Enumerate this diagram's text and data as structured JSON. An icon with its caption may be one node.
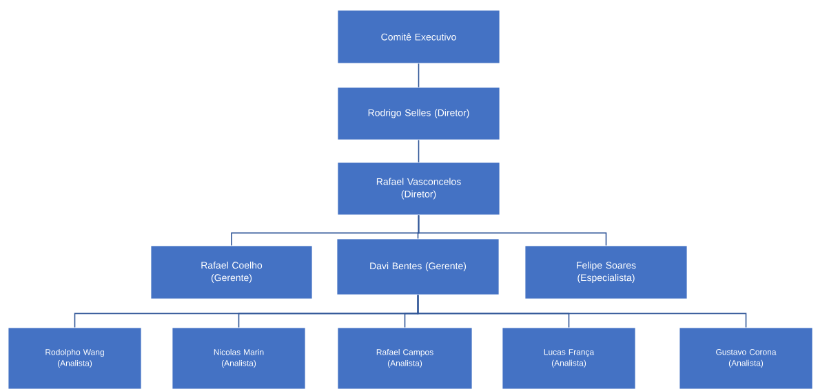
{
  "diagram": {
    "nodes": [
      {
        "text": [
          "Comitê Executivo"
        ]
      },
      {
        "text": [
          "Rodrigo Selles (Diretor)"
        ]
      },
      {
        "text": [
          "Rafael Vasconcelos (Diretor)"
        ]
      },
      {
        "text": [
          "Rafael Coelho (Gerente)"
        ]
      },
      {
        "text": [
          "Davi Bentes (Gerente)"
        ]
      },
      {
        "text": [
          "Felipe Soares (Especialista)"
        ]
      },
      {
        "text": [
          "Rodolpho Wang (Analista)"
        ]
      },
      {
        "text": [
          "Nicolas Marin (Analista)"
        ]
      },
      {
        "text": [
          "Rafael Campos (Analista)"
        ]
      },
      {
        "text": [
          "Lucas França (Analista)"
        ]
      },
      {
        "text": [
          "Gustavo Corona (Analista)"
        ]
      }
    ],
    "edges": [
      {
        "from": 0,
        "to": 1,
        "arrow": "none"
      },
      {
        "from": 1,
        "to": 2,
        "arrow": "none"
      },
      {
        "from": 2,
        "to": 3,
        "arrow": "none"
      },
      {
        "from": 2,
        "to": 4,
        "arrow": "none"
      },
      {
        "from": 2,
        "to": 5,
        "arrow": "none"
      },
      {
        "from": 4,
        "to": 6,
        "arrow": "none"
      },
      {
        "from": 4,
        "to": 7,
        "arrow": "none"
      },
      {
        "from": 4,
        "to": 8,
        "arrow": "none"
      },
      {
        "from": 4,
        "to": 9,
        "arrow": "none"
      },
      {
        "from": 4,
        "to": 10,
        "arrow": "none"
      }
    ]
  }
}
